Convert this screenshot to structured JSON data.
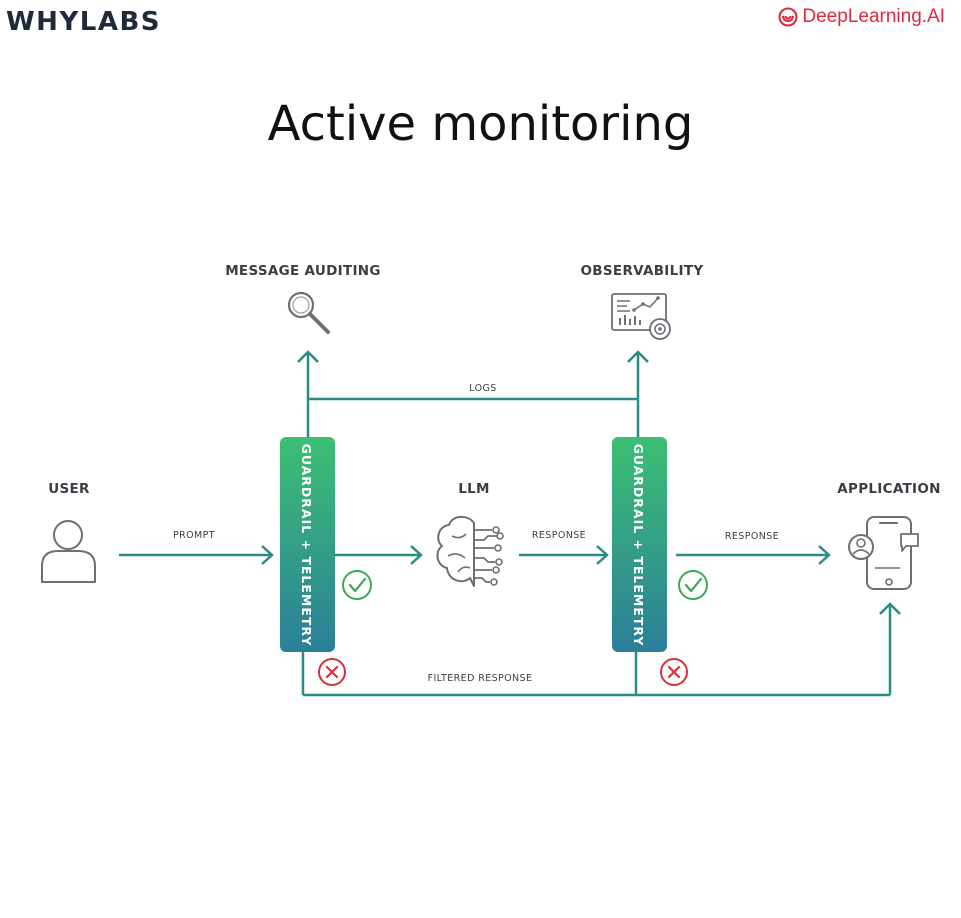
{
  "header": {
    "left_logo": "WHYLABS",
    "right_logo": "DeepLearning.AI"
  },
  "title": "Active monitoring",
  "diagram": {
    "nodes": {
      "user": "USER",
      "llm": "LLM",
      "application": "APPLICATION",
      "message_auditing": "MESSAGE AUDITING",
      "observability": "OBSERVABILITY",
      "guardrail_1": "GUARDRAIL + TELEMETRY",
      "guardrail_2": "GUARDRAIL + TELEMETRY"
    },
    "edges": {
      "prompt": "PROMPT",
      "response_1": "RESPONSE",
      "response_2": "RESPONSE",
      "logs": "LOGS",
      "filtered_response": "FILTERED RESPONSE"
    },
    "colors": {
      "connector": "#2a8d85",
      "guardrail_top": "#3cbf73",
      "guardrail_bottom": "#2b7f99",
      "check": "#3aaa55",
      "cross": "#d9303b",
      "brand": "#e0283a"
    },
    "icons": [
      "magnifier-icon",
      "dashboard-icon",
      "person-icon",
      "brain-circuit-icon",
      "phone-chat-icon",
      "check-icon",
      "cross-icon"
    ]
  }
}
